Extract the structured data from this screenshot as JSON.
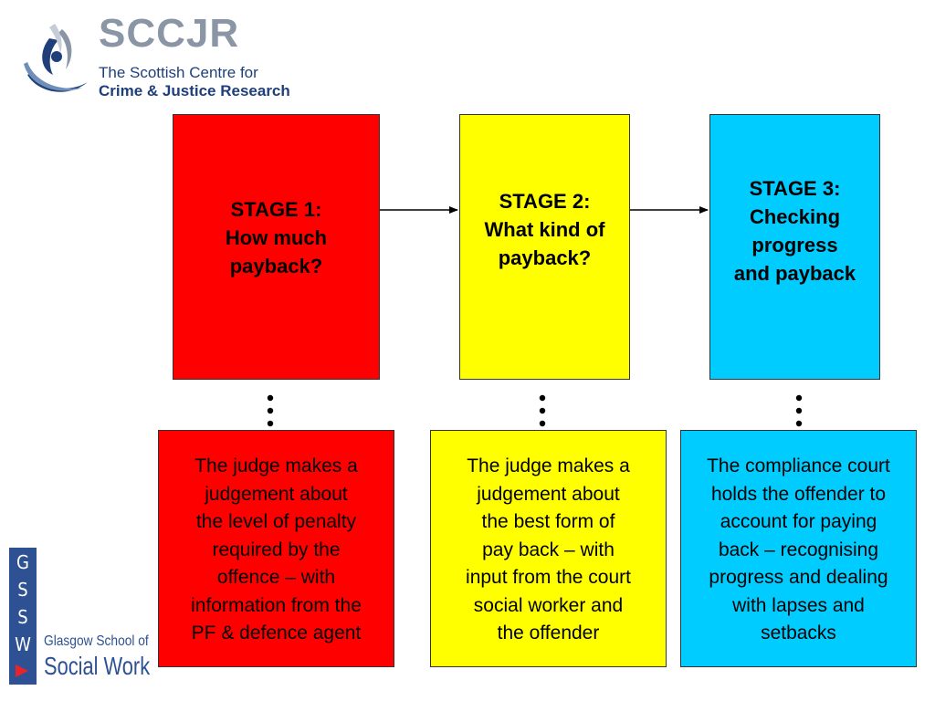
{
  "header": {
    "org_acronym": "SCCJR",
    "org_name_line1": "The Scottish Centre for",
    "org_name_line2": "Crime & Justice Research"
  },
  "stages": [
    {
      "label": "STAGE 1:\nHow much\npayback?",
      "color": "#ff0000"
    },
    {
      "label": "STAGE 2:\nWhat kind of\npayback?",
      "color": "#ffff00"
    },
    {
      "label": "STAGE 3:\nChecking\nprogress\nand payback",
      "color": "#00ccff"
    }
  ],
  "details": [
    {
      "text": "The judge makes a\njudgement about\nthe level of penalty\nrequired by the\noffence – with\ninformation from the\nPF & defence agent"
    },
    {
      "text": "The judge makes a\njudgement about\nthe best form of\npay back – with\ninput from the court\nsocial worker and\nthe offender"
    },
    {
      "text": "The compliance court\nholds the offender to\naccount for paying\nback – recognising\nprogress and dealing\nwith lapses and\nsetbacks"
    }
  ],
  "footer": {
    "logo_letters": [
      "G",
      "S",
      "S",
      "W"
    ],
    "school_line1": "Glasgow School of",
    "school_line2": "Social Work"
  }
}
